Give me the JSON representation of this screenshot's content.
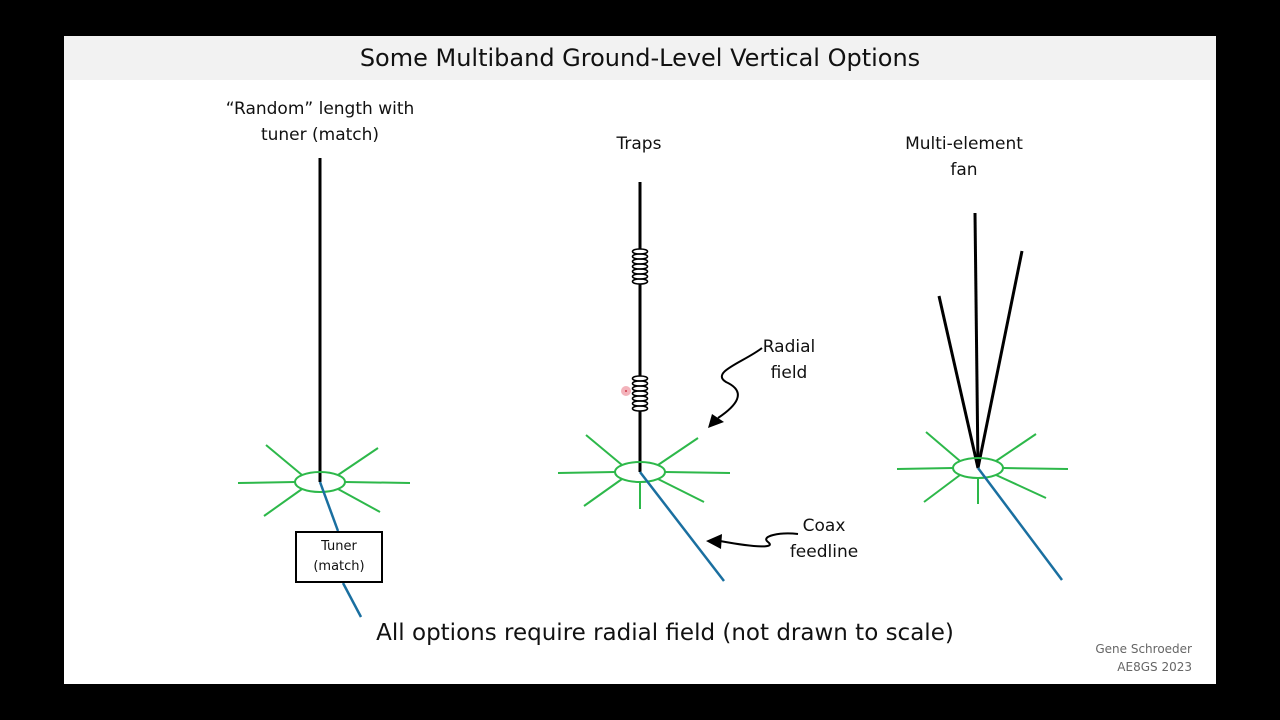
{
  "title": "Some Multiband Ground-Level Vertical Options",
  "options": [
    {
      "label_line1": "“Random” length with",
      "label_line2": "tuner (match)"
    },
    {
      "label_line1": "Traps"
    },
    {
      "label_line1": "Multi-element",
      "label_line2": "fan"
    }
  ],
  "tuner": {
    "line1": "Tuner",
    "line2": "(match)"
  },
  "callouts": {
    "radial_line1": "Radial",
    "radial_line2": "field",
    "coax_line1": "Coax",
    "coax_line2": "feedline"
  },
  "footer_note": "All options require radial field (not drawn to scale)",
  "credit": {
    "name": "Gene Schroeder",
    "call_year": "AE8GS 2023"
  },
  "colors": {
    "radials": "#2db84a",
    "feedline": "#1a6fa0",
    "element": "#000000",
    "title_bar": "#f2f2f2"
  }
}
